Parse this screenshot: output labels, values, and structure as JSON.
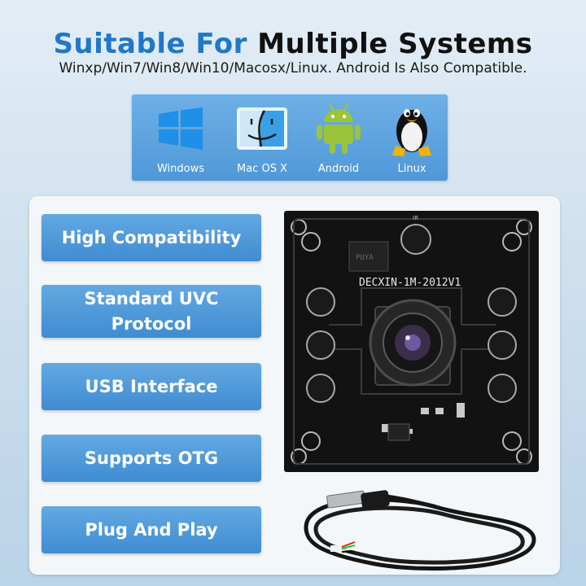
{
  "header": {
    "title_accent": "Suitable For",
    "title_main": "Multiple Systems",
    "subtitle": "Winxp/Win7/Win8/Win10/Macosx/Linux. Android Is Also Compatible."
  },
  "os_panel": {
    "items": [
      {
        "label": "Windows",
        "icon": "windows-icon"
      },
      {
        "label": "Mac OS X",
        "icon": "mac-finder-icon"
      },
      {
        "label": "Android",
        "icon": "android-icon"
      },
      {
        "label": "Linux",
        "icon": "linux-tux-icon"
      }
    ]
  },
  "features": [
    {
      "label": "High Compatibility"
    },
    {
      "label": "Standard UVC\nProtocol"
    },
    {
      "label": "USB Interface"
    },
    {
      "label": "Supports OTG"
    },
    {
      "label": "Plug And Play"
    }
  ],
  "board": {
    "silkscreen": "DECXIN-1M-2012V1",
    "ir_label": "IR",
    "colors": {
      "pcb": "#121212",
      "lens": "#2a2a2a",
      "accent": "#1f78c9"
    }
  },
  "colors": {
    "accent": "#1f78c9",
    "button": "#4f98d8",
    "panel_bg": "#f4f7fa"
  }
}
